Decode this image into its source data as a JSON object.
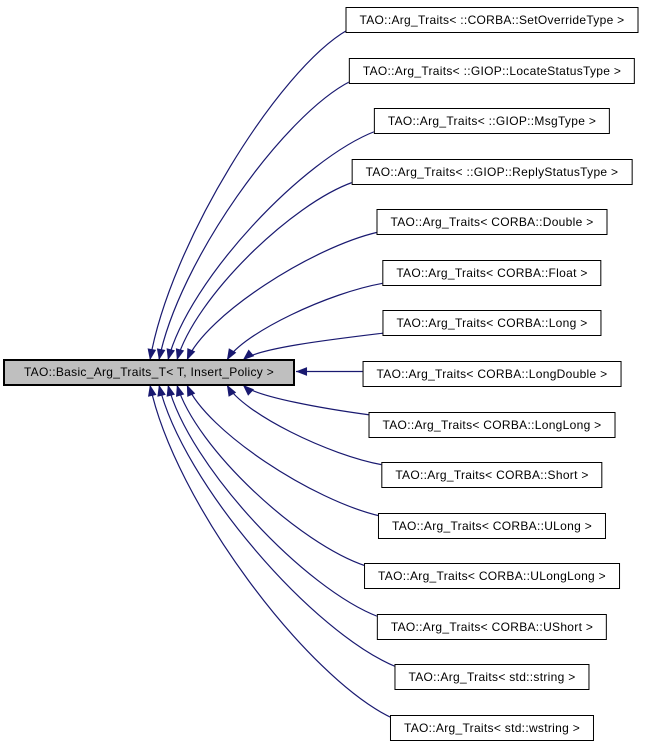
{
  "diagram": {
    "kind": "class-inheritance-graph",
    "base_node": {
      "label": "TAO::Basic_Arg_Traits_T< T, Insert_Policy >"
    },
    "derived_nodes": [
      {
        "label": "TAO::Arg_Traits< ::CORBA::SetOverrideType >"
      },
      {
        "label": "TAO::Arg_Traits< ::GIOP::LocateStatusType >"
      },
      {
        "label": "TAO::Arg_Traits< ::GIOP::MsgType >"
      },
      {
        "label": "TAO::Arg_Traits< ::GIOP::ReplyStatusType >"
      },
      {
        "label": "TAO::Arg_Traits< CORBA::Double >"
      },
      {
        "label": "TAO::Arg_Traits< CORBA::Float >"
      },
      {
        "label": "TAO::Arg_Traits< CORBA::Long >"
      },
      {
        "label": "TAO::Arg_Traits< CORBA::LongDouble >"
      },
      {
        "label": "TAO::Arg_Traits< CORBA::LongLong >"
      },
      {
        "label": "TAO::Arg_Traits< CORBA::Short >"
      },
      {
        "label": "TAO::Arg_Traits< CORBA::ULong >"
      },
      {
        "label": "TAO::Arg_Traits< CORBA::ULongLong >"
      },
      {
        "label": "TAO::Arg_Traits< CORBA::UShort >"
      },
      {
        "label": "TAO::Arg_Traits< std::string >"
      },
      {
        "label": "TAO::Arg_Traits< std::wstring >"
      }
    ],
    "colors": {
      "edge": "#191970",
      "node_border": "#000000",
      "node_fill": "#ffffff",
      "base_fill": "#bfbfbf",
      "text": "#000000",
      "background": "#ffffff"
    }
  }
}
